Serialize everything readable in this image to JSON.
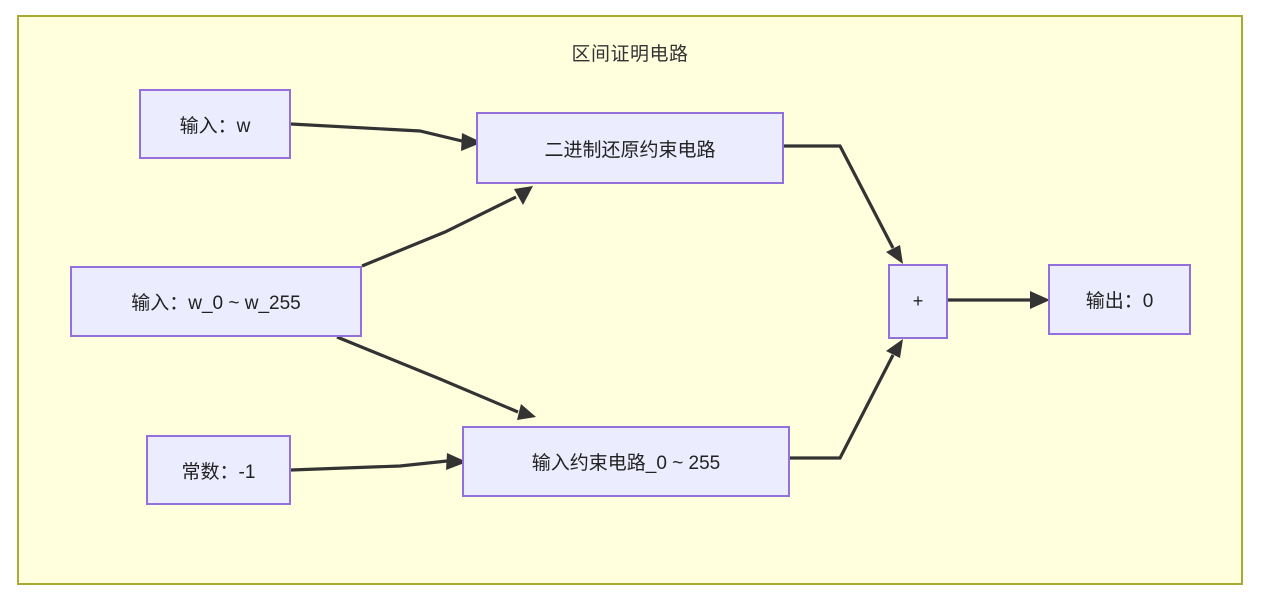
{
  "diagram": {
    "title": "区间证明电路",
    "type": "flowchart",
    "direction": "left-to-right",
    "colors": {
      "subgraph_fill": "#ffffde",
      "subgraph_border": "#aaaa33",
      "node_fill": "#ececff",
      "node_border": "#9370db",
      "edge_stroke": "#333333",
      "text": "#222222"
    },
    "nodes": [
      {
        "id": "input_w",
        "label": "输入：w"
      },
      {
        "id": "binary",
        "label": "二进制还原约束电路"
      },
      {
        "id": "input_range",
        "label": "输入：w_0 ~ w_255"
      },
      {
        "id": "plus",
        "label": "+"
      },
      {
        "id": "output",
        "label": "输出：0"
      },
      {
        "id": "const",
        "label": "常数：-1"
      },
      {
        "id": "in_constraint",
        "label": "输入约束电路_0 ~ 255"
      }
    ],
    "edges": [
      {
        "from": "input_w",
        "to": "binary"
      },
      {
        "from": "input_range",
        "to": "binary"
      },
      {
        "from": "input_range",
        "to": "in_constraint"
      },
      {
        "from": "const",
        "to": "in_constraint"
      },
      {
        "from": "binary",
        "to": "plus"
      },
      {
        "from": "in_constraint",
        "to": "plus"
      },
      {
        "from": "plus",
        "to": "output"
      }
    ]
  }
}
